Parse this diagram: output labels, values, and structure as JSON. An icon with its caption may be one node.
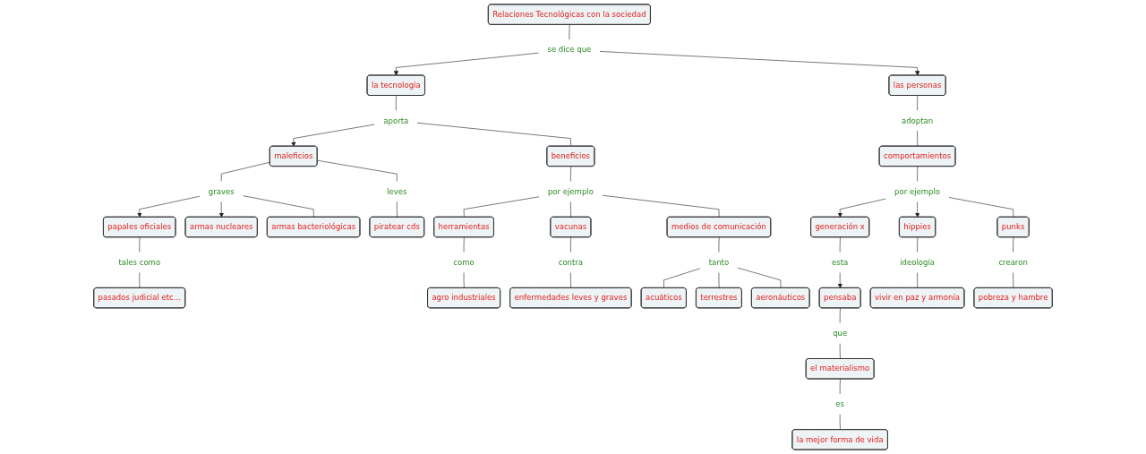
{
  "diagram": {
    "nodes": [
      {
        "text": [
          "Relaciones Tecnológicas con la sociedad"
        ]
      },
      {
        "text": [
          "se dice que"
        ]
      },
      {
        "text": [
          "las personas"
        ]
      },
      {
        "text": [
          "la tecnología"
        ]
      },
      {
        "text": [
          "generación x"
        ]
      },
      {
        "text": [
          "esta"
        ]
      },
      {
        "text": [
          "pensaba"
        ]
      },
      {
        "text": [
          "tales como"
        ]
      },
      {
        "text": [
          "aporta"
        ]
      },
      {
        "text": [
          "adoptan"
        ]
      },
      {
        "text": [
          "pasados judicial etc..."
        ]
      },
      {
        "text": [
          "papales oficiales"
        ]
      },
      {
        "text": [
          "maleficios"
        ]
      },
      {
        "text": [
          "que"
        ]
      },
      {
        "text": [
          "beneficios"
        ]
      },
      {
        "text": [
          "comportamientos"
        ]
      },
      {
        "text": [
          "graves"
        ]
      },
      {
        "text": [
          "leves"
        ]
      },
      {
        "text": [
          "armas nucleares"
        ]
      },
      {
        "text": [
          "el materialismo"
        ]
      },
      {
        "text": [
          "hippies"
        ]
      },
      {
        "text": [
          "por ejemplo"
        ]
      },
      {
        "text": [
          "por ejemplo"
        ]
      },
      {
        "text": [
          "armas bacteriológicas"
        ]
      },
      {
        "text": [
          "piratear cds"
        ]
      },
      {
        "text": [
          "ideología"
        ]
      },
      {
        "text": [
          "es"
        ]
      },
      {
        "text": [
          "punks"
        ]
      },
      {
        "text": [
          "vacunas"
        ]
      },
      {
        "text": [
          "medios de comunicación"
        ]
      },
      {
        "text": [
          "crearon"
        ]
      },
      {
        "text": [
          "la mejor forma de vida"
        ]
      },
      {
        "text": [
          "contra"
        ]
      },
      {
        "text": [
          "tanto"
        ]
      },
      {
        "text": [
          "herramientas"
        ]
      },
      {
        "text": [
          "pobreza y hambre"
        ]
      },
      {
        "text": [
          "vivir en paz y armonía"
        ]
      },
      {
        "text": [
          "enfermedades leves y graves"
        ]
      },
      {
        "text": [
          "acuáticos"
        ]
      },
      {
        "text": [
          "terrestres"
        ]
      },
      {
        "text": [
          "aeronáuticos"
        ]
      },
      {
        "text": [
          "como"
        ]
      },
      {
        "text": [
          "agro industriales"
        ]
      }
    ],
    "edges": [
      {
        "from": 0,
        "to": 1,
        "arrow": "none"
      },
      {
        "from": 1,
        "to": 3,
        "arrow": "to"
      },
      {
        "from": 1,
        "to": 2,
        "arrow": "to"
      },
      {
        "from": 3,
        "to": 8,
        "arrow": "none"
      },
      {
        "from": 8,
        "to": 12,
        "arrow": "to"
      },
      {
        "from": 8,
        "to": 14,
        "arrow": "none"
      },
      {
        "from": 12,
        "to": 16,
        "arrow": "none"
      },
      {
        "from": 16,
        "to": 11,
        "arrow": "to"
      },
      {
        "from": 16,
        "to": 18,
        "arrow": "to"
      },
      {
        "from": 16,
        "to": 23,
        "arrow": "none"
      },
      {
        "from": 11,
        "to": 7,
        "arrow": "none"
      },
      {
        "from": 7,
        "to": 10,
        "arrow": "none"
      },
      {
        "from": 12,
        "to": 17,
        "arrow": "none"
      },
      {
        "from": 17,
        "to": 24,
        "arrow": "none"
      },
      {
        "from": 14,
        "to": 22,
        "arrow": "none"
      },
      {
        "from": 22,
        "to": 34,
        "arrow": "none"
      },
      {
        "from": 22,
        "to": 28,
        "arrow": "none"
      },
      {
        "from": 22,
        "to": 29,
        "arrow": "none"
      },
      {
        "from": 28,
        "to": 32,
        "arrow": "none"
      },
      {
        "from": 32,
        "to": 37,
        "arrow": "none"
      },
      {
        "from": 29,
        "to": 33,
        "arrow": "none"
      },
      {
        "from": 33,
        "to": 38,
        "arrow": "none"
      },
      {
        "from": 33,
        "to": 39,
        "arrow": "none"
      },
      {
        "from": 33,
        "to": 40,
        "arrow": "none"
      },
      {
        "from": 34,
        "to": 41,
        "arrow": "none"
      },
      {
        "from": 41,
        "to": 42,
        "arrow": "none"
      },
      {
        "from": 2,
        "to": 9,
        "arrow": "none"
      },
      {
        "from": 9,
        "to": 15,
        "arrow": "none"
      },
      {
        "from": 15,
        "to": 21,
        "arrow": "none"
      },
      {
        "from": 21,
        "to": 4,
        "arrow": "to"
      },
      {
        "from": 21,
        "to": 20,
        "arrow": "to"
      },
      {
        "from": 21,
        "to": 27,
        "arrow": "none"
      },
      {
        "from": 4,
        "to": 5,
        "arrow": "none"
      },
      {
        "from": 5,
        "to": 6,
        "arrow": "to"
      },
      {
        "from": 6,
        "to": 13,
        "arrow": "none"
      },
      {
        "from": 13,
        "to": 19,
        "arrow": "none"
      },
      {
        "from": 19,
        "to": 26,
        "arrow": "none"
      },
      {
        "from": 26,
        "to": 31,
        "arrow": "none"
      },
      {
        "from": 27,
        "to": 30,
        "arrow": "none"
      },
      {
        "from": 30,
        "to": 35,
        "arrow": "none"
      },
      {
        "from": 20,
        "to": 25,
        "arrow": "none"
      },
      {
        "from": 25,
        "to": 36,
        "arrow": "none"
      }
    ]
  }
}
